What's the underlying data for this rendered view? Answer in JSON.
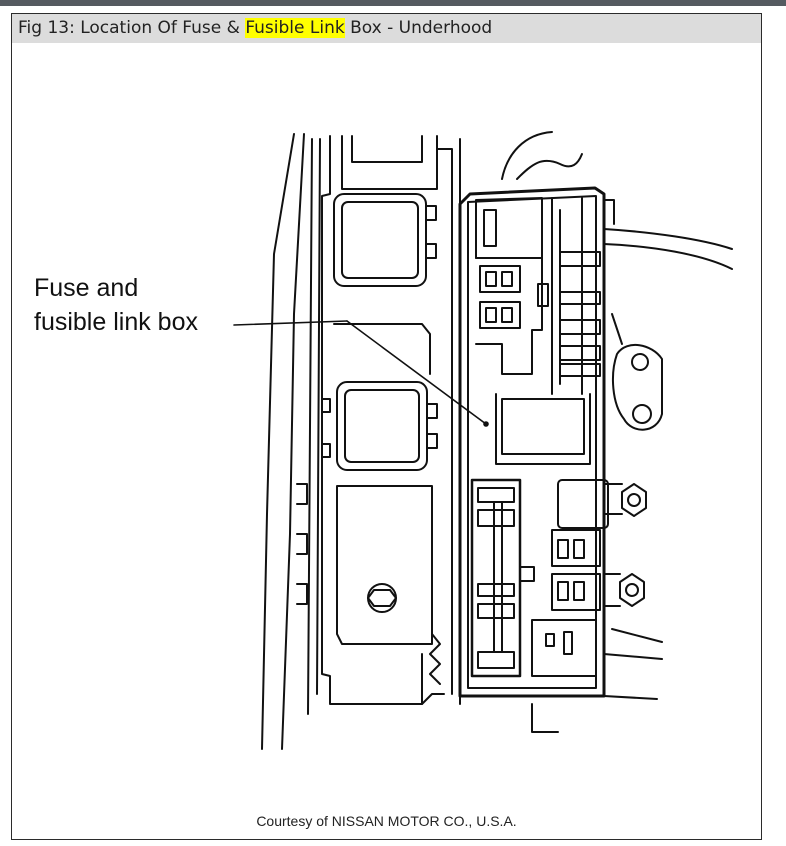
{
  "caption": {
    "prefix": "Fig 13: Location Of Fuse & ",
    "highlight": "Fusible Link",
    "suffix": " Box - Underhood"
  },
  "callout": {
    "line1": "Fuse and",
    "line2": "fusible link box"
  },
  "credit": "Courtesy of NISSAN MOTOR CO., U.S.A.",
  "colors": {
    "highlight": "#ffff00",
    "caption_bg": "#dcdcdc",
    "ink": "#111111"
  }
}
